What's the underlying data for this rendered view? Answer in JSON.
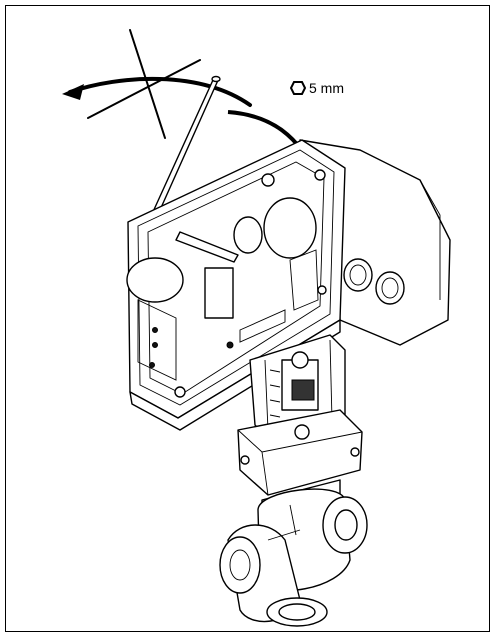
{
  "tool": {
    "icon": "hex-key-icon",
    "size_label": "5 mm"
  },
  "illustration": {
    "subject": "positioner-mounted-valve",
    "crossed_out_direction": "counterclockwise",
    "allowed_direction": "clockwise"
  },
  "colors": {
    "line": "#000000",
    "background": "#ffffff"
  }
}
